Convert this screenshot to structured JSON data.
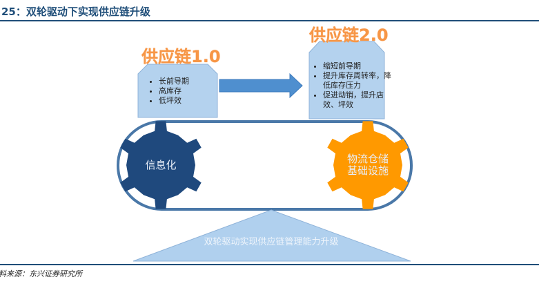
{
  "figure_title": "25：双轮驱动下实现供应链升级",
  "source": "料来源：东兴证券研究所",
  "stage1": {
    "title": "供应链1.0",
    "items": [
      "长前导期",
      "高库存",
      "低坪效"
    ]
  },
  "stage2": {
    "title": "供应链2.0",
    "items": [
      "缩短前导期",
      "提升库存周转率，降低库存压力",
      "促进动销，提升店效、坪效"
    ]
  },
  "gears": {
    "left": {
      "label": "信息化",
      "color": "#1f497d"
    },
    "right": {
      "label_line1": "物流仓储",
      "label_line2": "基础设施",
      "color": "#ff9900"
    }
  },
  "base_label": "双轮驱动实现供应链管理能力升级",
  "colors": {
    "box_fill": "#b4d2ee",
    "box_stroke": "#8fb3d9",
    "arrow": "#4f8fcf",
    "belt": "#4a78a8",
    "accent_orange": "#f79646"
  }
}
